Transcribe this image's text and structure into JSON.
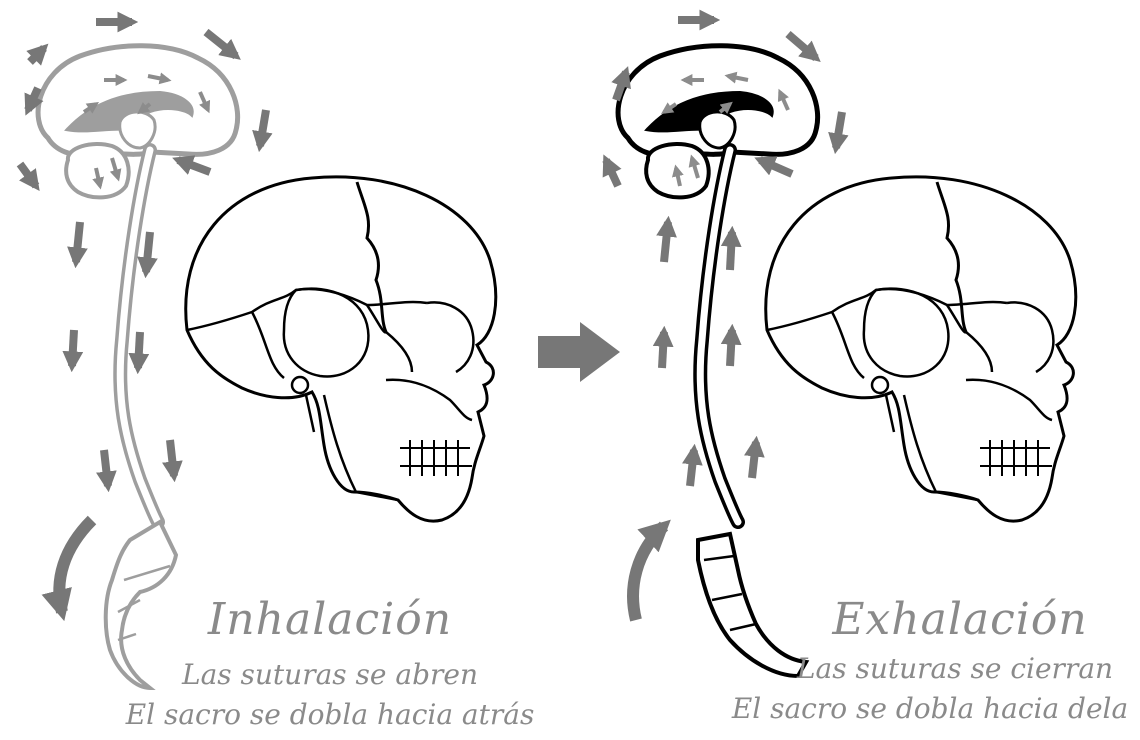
{
  "colors": {
    "inhale": "#9e9e9e",
    "exhale": "#000000",
    "arrow": "#777777",
    "skull": "#000000",
    "text": "#8a8a8a",
    "background": "#ffffff"
  },
  "panels": [
    {
      "id": "inhale",
      "title": "Inhalación",
      "line1": "Las suturas se abren",
      "line2": "El sacro se dobla hacia atrás",
      "flow": "down",
      "sacrum_tilt": "back"
    },
    {
      "id": "exhale",
      "title": "Exhalación",
      "line1": "Las suturas se cierran",
      "line2": "El sacro se dobla hacia dela",
      "flow": "up",
      "sacrum_tilt": "forward"
    }
  ],
  "transition_icon": "right-arrow-icon",
  "icons": [
    "brain-icon",
    "spinal-cord-icon",
    "sacrum-icon",
    "skull-icon",
    "flow-arrow-icon",
    "curved-arrow-icon"
  ]
}
